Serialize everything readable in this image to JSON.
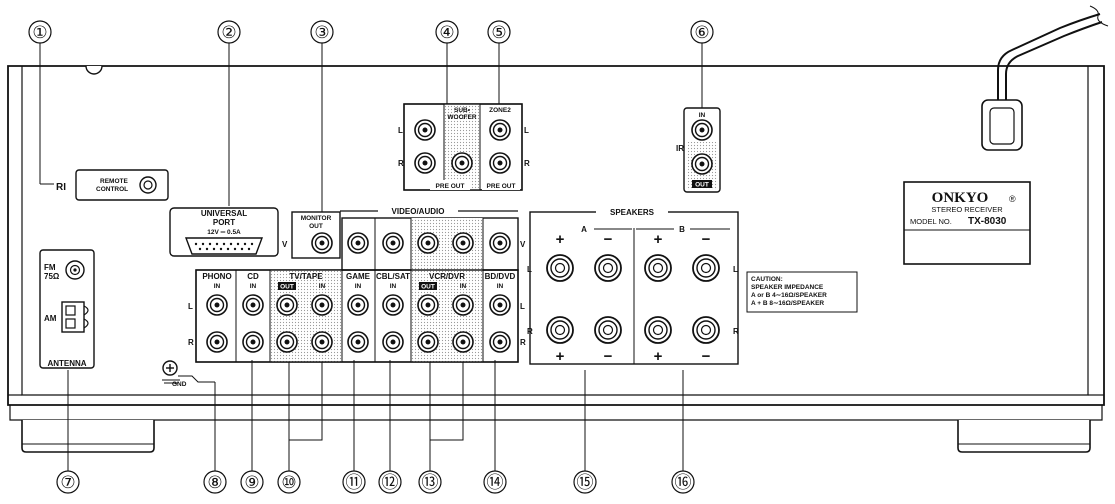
{
  "callouts": [
    "①",
    "②",
    "③",
    "④",
    "⑤",
    "⑥",
    "⑦",
    "⑧",
    "⑨",
    "⑩",
    "⑪",
    "⑫",
    "⑬",
    "⑭",
    "⑮",
    "⑯"
  ],
  "remote": {
    "ri": "RI",
    "label1": "REMOTE",
    "label2": "CONTROL"
  },
  "universal_port": {
    "line1": "UNIVERSAL",
    "line2": "PORT",
    "rating": "12V ═ 0.5A"
  },
  "antenna": {
    "fm": "FM",
    "fm_ohm": "75Ω",
    "am": "AM",
    "title": "ANTENNA"
  },
  "gnd": "GND",
  "monitor": {
    "line1": "MONITOR",
    "line2": "OUT"
  },
  "video_audio": "VIDEO/AUDIO",
  "inputs": {
    "phono": "PHONO",
    "cd": "CD",
    "tvtape": "TV/TAPE",
    "game": "GAME",
    "cblsat": "CBL/SAT",
    "vcrdvr": "VCR/DVR",
    "bddvd": "BD/DVD",
    "in": "IN",
    "out": "OUT"
  },
  "channel": {
    "l": "L",
    "r": "R",
    "v": "V"
  },
  "preout": {
    "sub1": "SUB•",
    "sub2": "WOOFER",
    "zone2": "ZONE2",
    "preout": "PRE OUT"
  },
  "ir": {
    "in": "IN",
    "ir": "IR",
    "out": "OUT"
  },
  "speakers": {
    "title": "SPEAKERS",
    "a": "A",
    "b": "B",
    "plus": "+",
    "minus": "−"
  },
  "caution": {
    "l1": "CAUTION:",
    "l2": "SPEAKER IMPEDANCE",
    "l3": "A or B 4∼16Ω/SPEAKER",
    "l4": "A + B 8∼16Ω/SPEAKER"
  },
  "nameplate": {
    "brand": "ONKYO",
    "reg": "®",
    "line2": "STEREO RECEIVER",
    "model_prefix": "MODEL NO.",
    "model": "TX-8030"
  }
}
